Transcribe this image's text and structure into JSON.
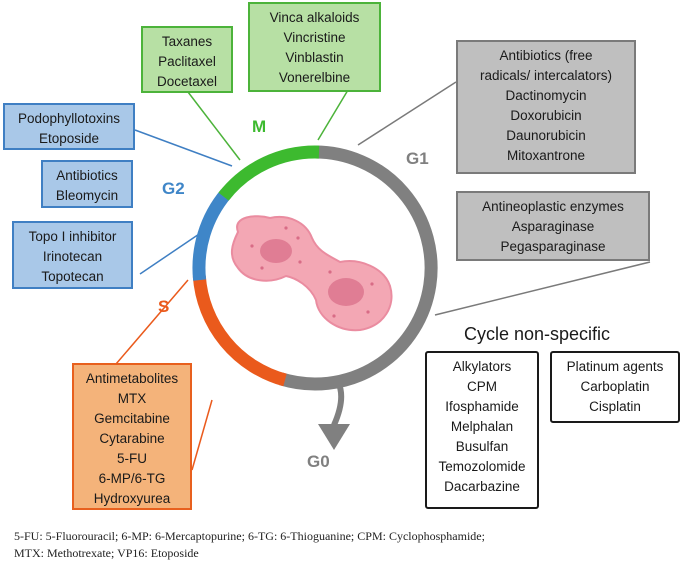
{
  "phases": {
    "m": "M",
    "g1": "G1",
    "g2": "G2",
    "s": "S",
    "g0": "G0"
  },
  "colors": {
    "m": "#3dba2f",
    "g1": "#808080",
    "g2": "#3f86c8",
    "s": "#ea5a1c",
    "g0": "#808080"
  },
  "boxes": {
    "taxanes": [
      "Taxanes",
      "Paclitaxel",
      "Docetaxel"
    ],
    "vinca": [
      "Vinca alkaloids",
      "Vincristine",
      "Vinblastin",
      "Vonerelbine"
    ],
    "podophyllotoxins": [
      "Podophyllotoxins",
      "Etoposide"
    ],
    "antibiotics_g2": [
      "Antibiotics",
      "Bleomycin"
    ],
    "topo": [
      "Topo I inhibitor",
      "Irinotecan",
      "Topotecan"
    ],
    "antibiotics_g1": [
      "Antibiotics (free",
      "radicals/ intercalators)",
      "Dactinomycin",
      "Doxorubicin",
      "Daunorubicin",
      "Mitoxantrone"
    ],
    "enzymes": [
      "Antineoplastic enzymes",
      "Asparaginase",
      "Pegasparaginase"
    ],
    "antimetabolites": [
      "Antimetabolites",
      "MTX",
      "Gemcitabine",
      "Cytarabine",
      "5-FU",
      "6-MP/6-TG",
      "Hydroxyurea"
    ],
    "alkylators": [
      "Alkylators",
      "CPM",
      "Ifosphamide",
      "Melphalan",
      "Busulfan",
      "Temozolomide",
      "Dacarbazine"
    ],
    "platinum": [
      "Platinum agents",
      "Carboplatin",
      "Cisplatin"
    ]
  },
  "cycle_nonspecific": "Cycle non-specific",
  "footnote": {
    "line1": "5-FU: 5-Fluorouracil; 6-MP: 6-Mercaptopurine; 6-TG: 6-Thioguanine; CPM: Cyclophosphamide;",
    "line2": "MTX: Methotrexate; VP16: Etoposide"
  }
}
